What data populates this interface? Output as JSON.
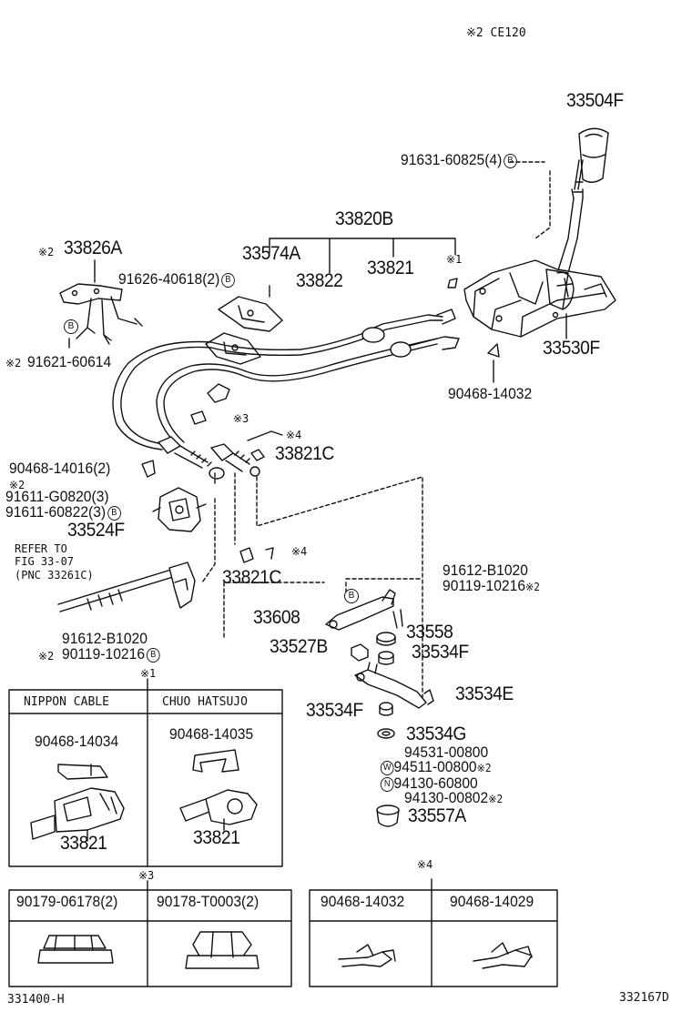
{
  "header": {
    "note": "※2 CE120"
  },
  "parts": {
    "knob": "33504F",
    "knob_screw": "91631-60825(4)",
    "cable_assy": "33820B",
    "sub_cable_a": "33821",
    "sub_cable_b": "33822",
    "plate": "33574A",
    "plate_screw": "91626-40618(2)",
    "bracket_left": "33826A",
    "bracket_left_prefix": "※2",
    "bracket_bolt": "91621-60614",
    "bracket_bolt_prefix": "※2",
    "clip_top": "※1",
    "lever_housing": "33530F",
    "housing_clip": "90468-14032",
    "clip_3": "※3",
    "clip_4a": "※4",
    "retainer_top": "33821C",
    "clamp_clip": "90468-14016(2)",
    "bolt_a": "91611-G0820(3)",
    "bolt_a_prefix": "※2",
    "bolt_b": "91611-60822(3)",
    "bracket_mount": "33524F",
    "refer_line1": "REFER TO",
    "refer_line2": "FIG 33-07",
    "refer_line3": "(PNC 33261C)",
    "clip_4b": "※4",
    "retainer_bottom": "33821C",
    "bolt_c": "91612-B1020",
    "bolt_d": "90119-10216",
    "bolt_d_suffix": "※2",
    "lever": "33608",
    "bolt_e": "91612-B1020",
    "bolt_f": "90119-10216",
    "bolt_f_prefix": "※2",
    "bushing_a": "33558",
    "block": "33527B",
    "bushing_b": "33534F",
    "shift_lever": "33534E",
    "bushing_c": "33534F",
    "washer": "33534G",
    "washer_a": "94531-00800",
    "washer_b": "94511-00800",
    "washer_b_suffix": "※2",
    "nut_a": "94130-60800",
    "nut_b": "94130-00802",
    "nut_b_suffix": "※2",
    "cap": "33557A"
  },
  "callouts": {
    "b": "B",
    "w": "W",
    "n": "N"
  },
  "table1": {
    "mark": "※1",
    "col_left": "NIPPON CABLE",
    "col_right": "CHUO HATSUJO",
    "left_clip": "90468-14034",
    "left_part": "33821",
    "right_clip": "90468-14035",
    "right_part": "33821"
  },
  "table3": {
    "mark": "※3",
    "col_left": "90179-06178(2)",
    "col_right": "90178-T0003(2)"
  },
  "table4": {
    "mark": "※4",
    "col_left": "90468-14032",
    "col_right": "90468-14029"
  },
  "footer": {
    "left": "331400-H",
    "right": "332167D"
  }
}
